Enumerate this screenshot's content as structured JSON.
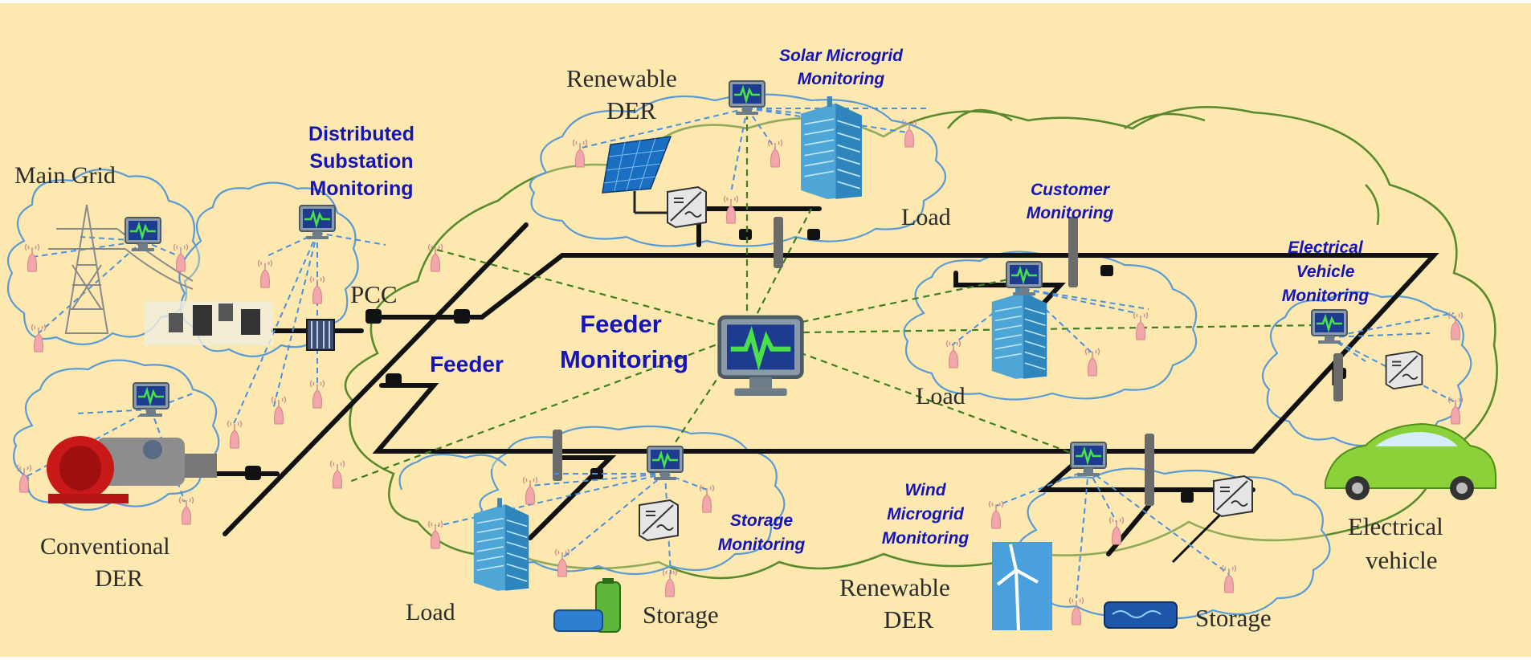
{
  "colors": {
    "background": "#fde9b0",
    "monitor_link": "#4a8fe0",
    "feeder_link": "#3f7d20",
    "cloud_blue": "#5b9bd5",
    "cloud_green": "#5a8a2e",
    "label_blue": "#1414b8",
    "bus_line": "#111111"
  },
  "labels": {
    "main_grid": "Main Grid",
    "renewable_der_top": [
      "Renewable",
      "DER"
    ],
    "pcc": "PCC",
    "load_top": "Load",
    "load_middle": "Load",
    "load_bottom": "Load",
    "storage_bottom": "Storage",
    "renewable_der_bottom": [
      "Renewable",
      "DER"
    ],
    "storage_right": "Storage",
    "electrical_vehicle": [
      "Electrical",
      "vehicle"
    ],
    "conventional_der": [
      "Conventional",
      "DER"
    ]
  },
  "monitoring": {
    "distributed_substation": [
      "Distributed",
      "Substation",
      "Monitoring"
    ],
    "solar_microgrid": [
      "Solar Microgrid",
      "Monitoring"
    ],
    "customer": [
      "Customer",
      "Monitoring"
    ],
    "electrical_vehicle": [
      "Electrical",
      "Vehicle",
      "Monitoring"
    ],
    "feeder_monitoring": [
      "Feeder",
      "Monitoring"
    ],
    "feeder": "Feeder",
    "storage": [
      "Storage",
      "Monitoring"
    ],
    "wind_microgrid": [
      "Wind",
      "Microgrid",
      "Monitoring"
    ]
  },
  "icons": {
    "monitor": "monitor-icon",
    "sensor": "wireless-sensor-icon",
    "tower": "transmission-tower-icon",
    "building": "building-icon",
    "solar": "solar-panel-icon",
    "inverter": "inverter-icon",
    "wind": "wind-turbine-icon",
    "battery": "battery-icon",
    "car": "electric-car-icon",
    "generator": "generator-icon",
    "transformer": "transformer-icon",
    "substation": "substation-icon"
  }
}
